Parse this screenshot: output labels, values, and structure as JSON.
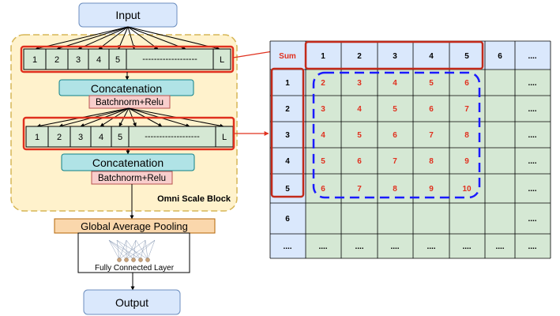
{
  "left": {
    "input_label": "Input",
    "concat_label": "Concatenation",
    "bn_label": "Batchnorm+Relu",
    "block_label": "Omni Scale Block",
    "gap_label": "Global Average Pooling",
    "fc_label": "Fully Connected Layer",
    "output_label": "Output",
    "row_cells": [
      "1",
      "2",
      "3",
      "4",
      "5"
    ],
    "row_dashes": "-------------------",
    "row_last": "L"
  },
  "table": {
    "corner": "Sum",
    "col_headers": [
      "1",
      "2",
      "3",
      "4",
      "5",
      "6",
      "...."
    ],
    "row_headers": [
      "1",
      "2",
      "3",
      "4",
      "5",
      "6",
      "...."
    ],
    "sums": [
      [
        "2",
        "3",
        "4",
        "5",
        "6"
      ],
      [
        "3",
        "4",
        "5",
        "6",
        "7"
      ],
      [
        "4",
        "5",
        "6",
        "7",
        "8"
      ],
      [
        "5",
        "6",
        "7",
        "8",
        "9"
      ],
      [
        "6",
        "7",
        "8",
        "9",
        "10"
      ]
    ],
    "ellipsis": "...."
  },
  "colors": {
    "box_blue": "#dae8fc",
    "box_teal": "#b0e3e6",
    "block_bg": "#fff2cc",
    "block_border": "#d6b656",
    "gap_bg": "#fad7ac",
    "header_bg": "#dae8fc",
    "cell_bg": "#d5e8d4",
    "highlight": "#e0301e",
    "dashed_blue": "#1a1aff"
  }
}
